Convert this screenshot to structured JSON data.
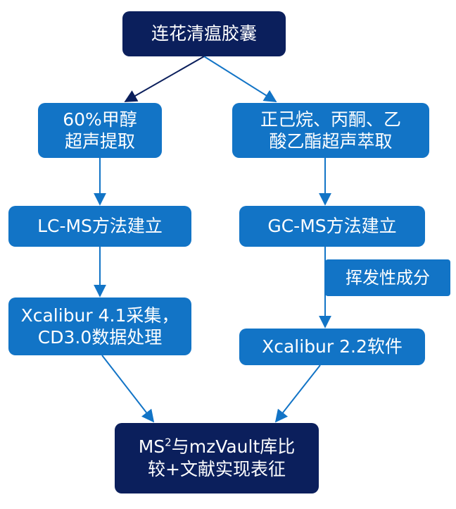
{
  "diagram": {
    "top_node": "连花清瘟胶囊",
    "left_branch": {
      "extraction_line1": "60%甲醇",
      "extraction_line2": "超声提取",
      "method": "LC-MS方法建立",
      "processing_line1": "Xcalibur 4.1采集，",
      "processing_line2": "CD3.0数据处理"
    },
    "right_branch": {
      "extraction_line1": "正己烷、丙酮、乙",
      "extraction_line2": "酸乙酯超声萃取",
      "method": "GC-MS方法建立",
      "target_label": "挥发性成分",
      "software": "Xcalibur 2.2软件"
    },
    "bottom_node": {
      "line1_prefix": "MS",
      "line1_superscript": "2",
      "line1_suffix": "与mzVault库比",
      "line2": "较+文献实现表征"
    }
  },
  "colors": {
    "dark_box": "#0b1f5c",
    "blue_box": "#1274c6",
    "arrow_dark": "#0b1f5c",
    "arrow_blue": "#1274c6",
    "text": "#ffffff"
  }
}
